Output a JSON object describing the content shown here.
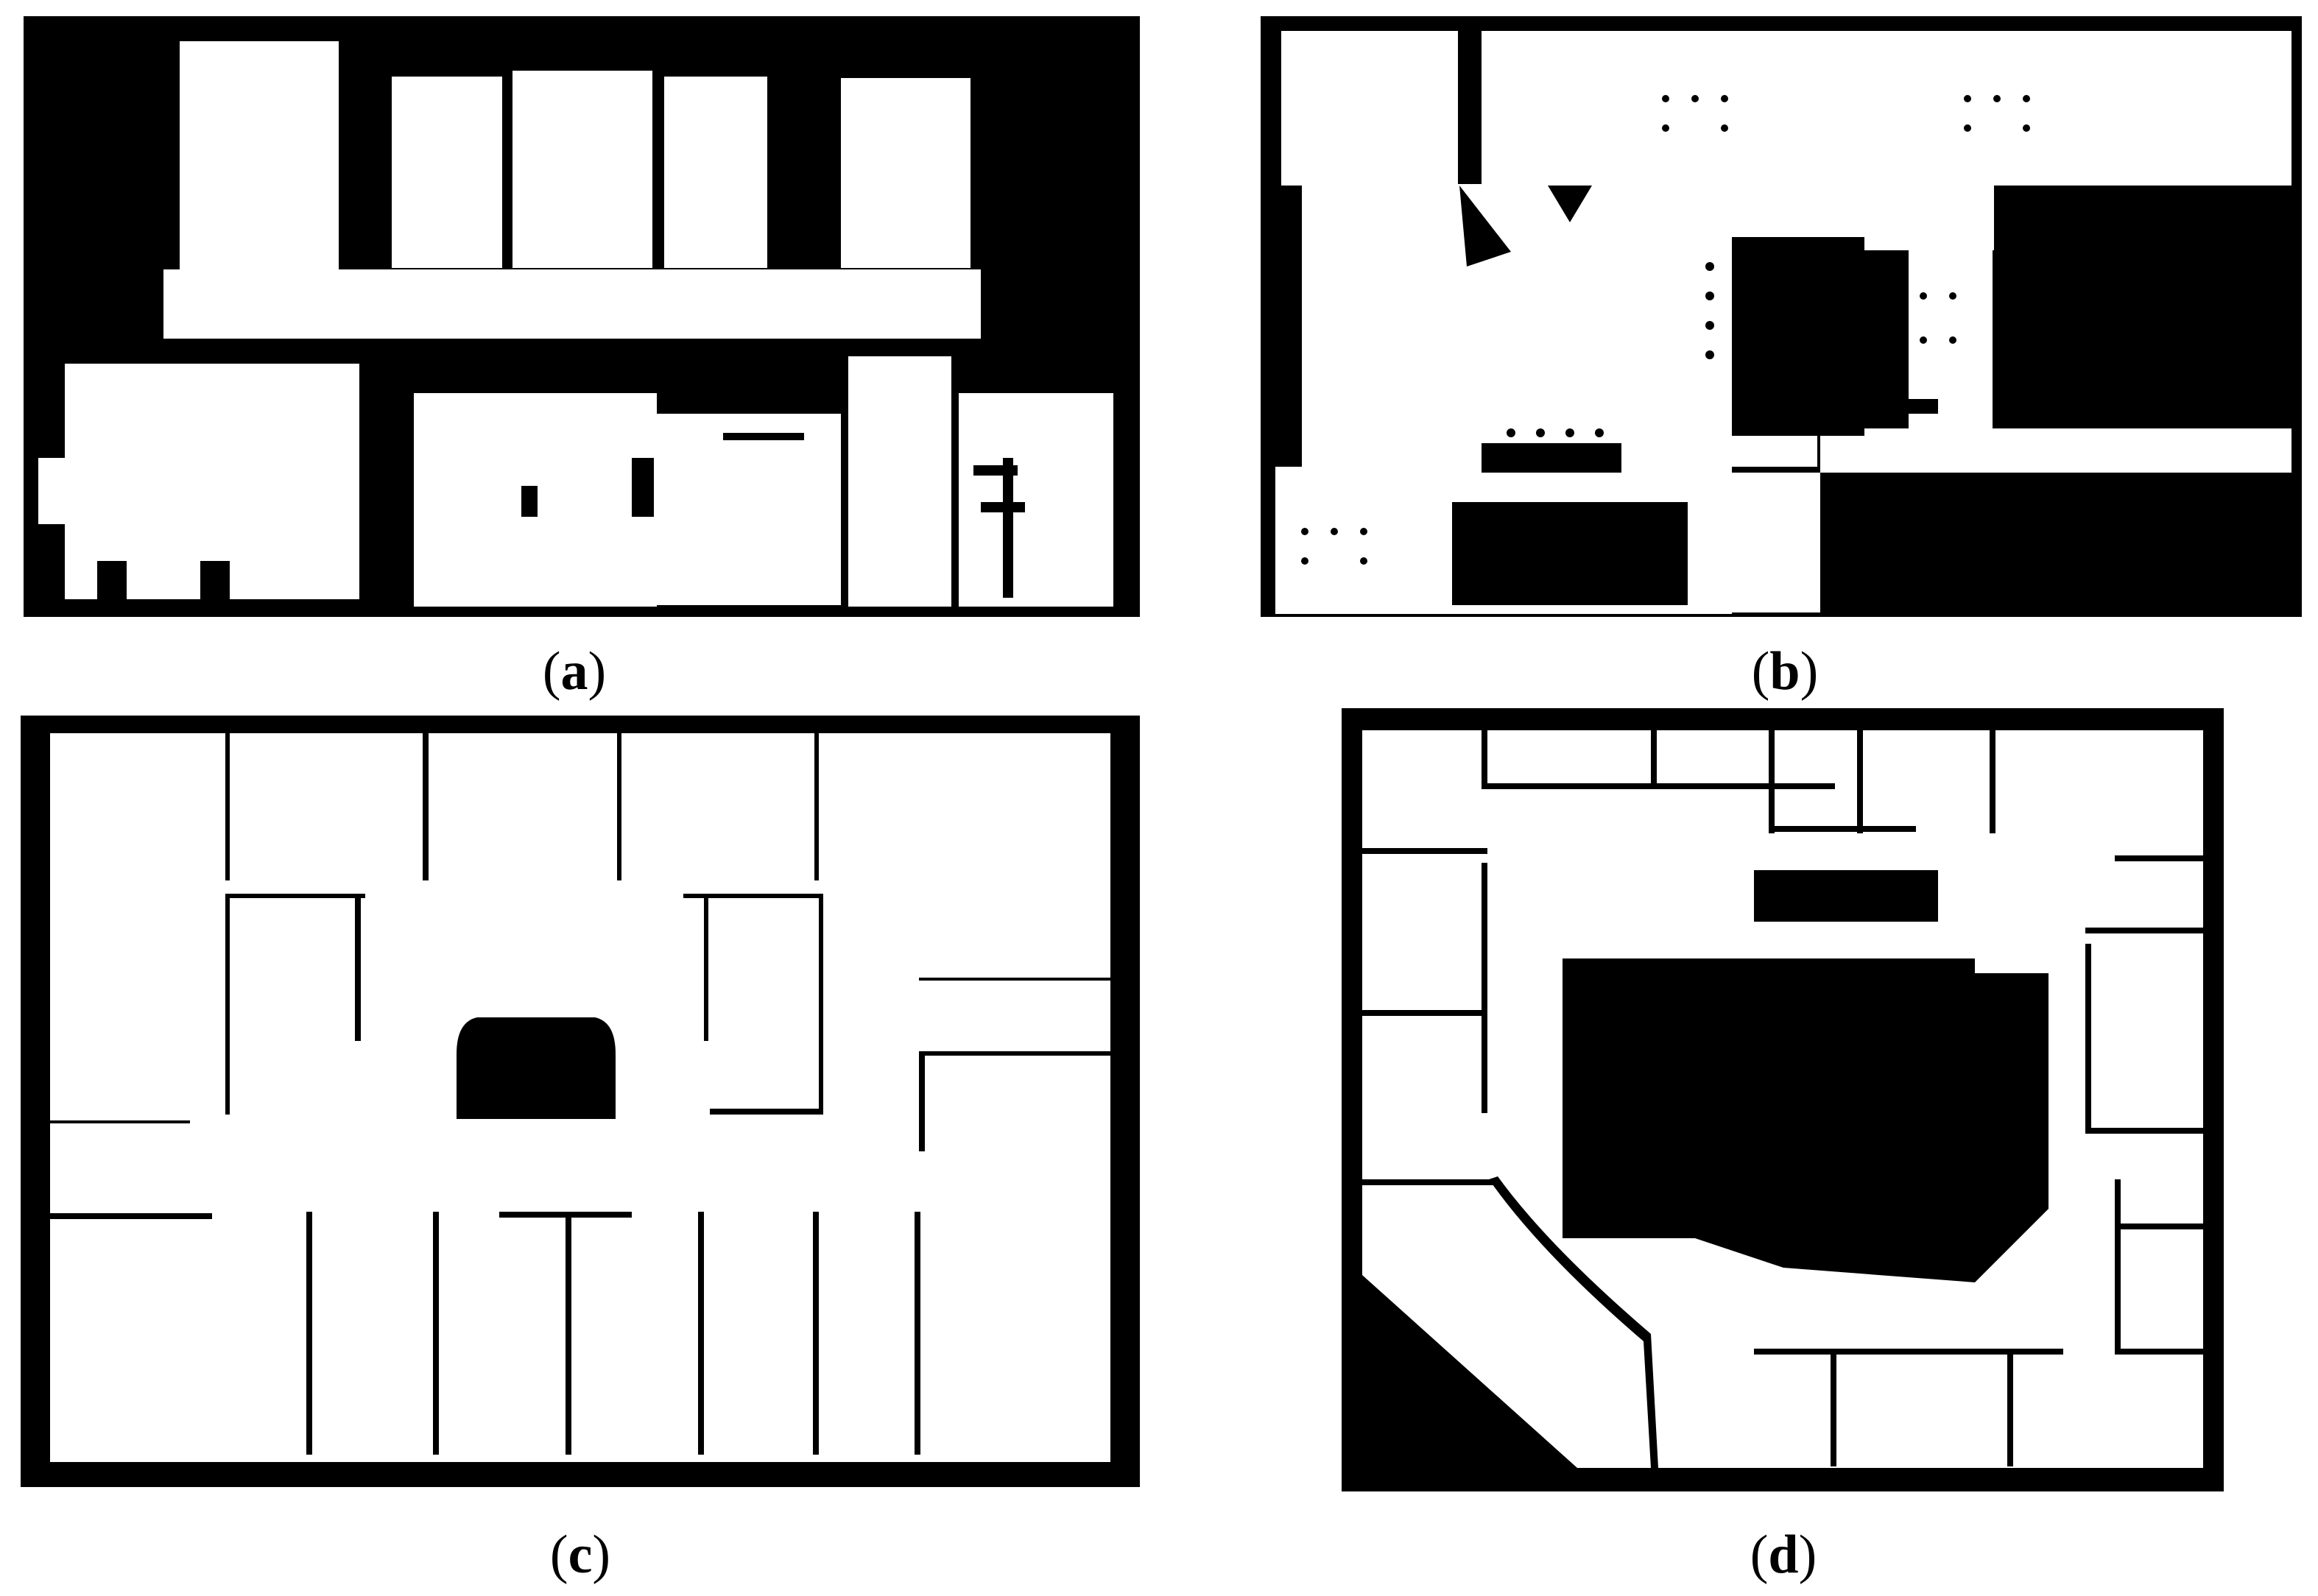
{
  "figure": {
    "panels": [
      {
        "id": "a",
        "caption_open": "(",
        "caption_letter": "a",
        "caption_close": ")",
        "map_style": "noisy-occupancy-grid"
      },
      {
        "id": "b",
        "caption_open": "(",
        "caption_letter": "b",
        "caption_close": ")",
        "map_style": "occupancy-grid-with-furniture"
      },
      {
        "id": "c",
        "caption_open": "(",
        "caption_letter": "c",
        "caption_close": ")",
        "map_style": "scanned-floor-plan"
      },
      {
        "id": "d",
        "caption_open": "(",
        "caption_letter": "d",
        "caption_close": ")",
        "map_style": "synthetic-floor-plan"
      }
    ],
    "colors": {
      "free_space": "#ffffff",
      "occupied": "#000000",
      "caption_text": "#000000"
    }
  }
}
